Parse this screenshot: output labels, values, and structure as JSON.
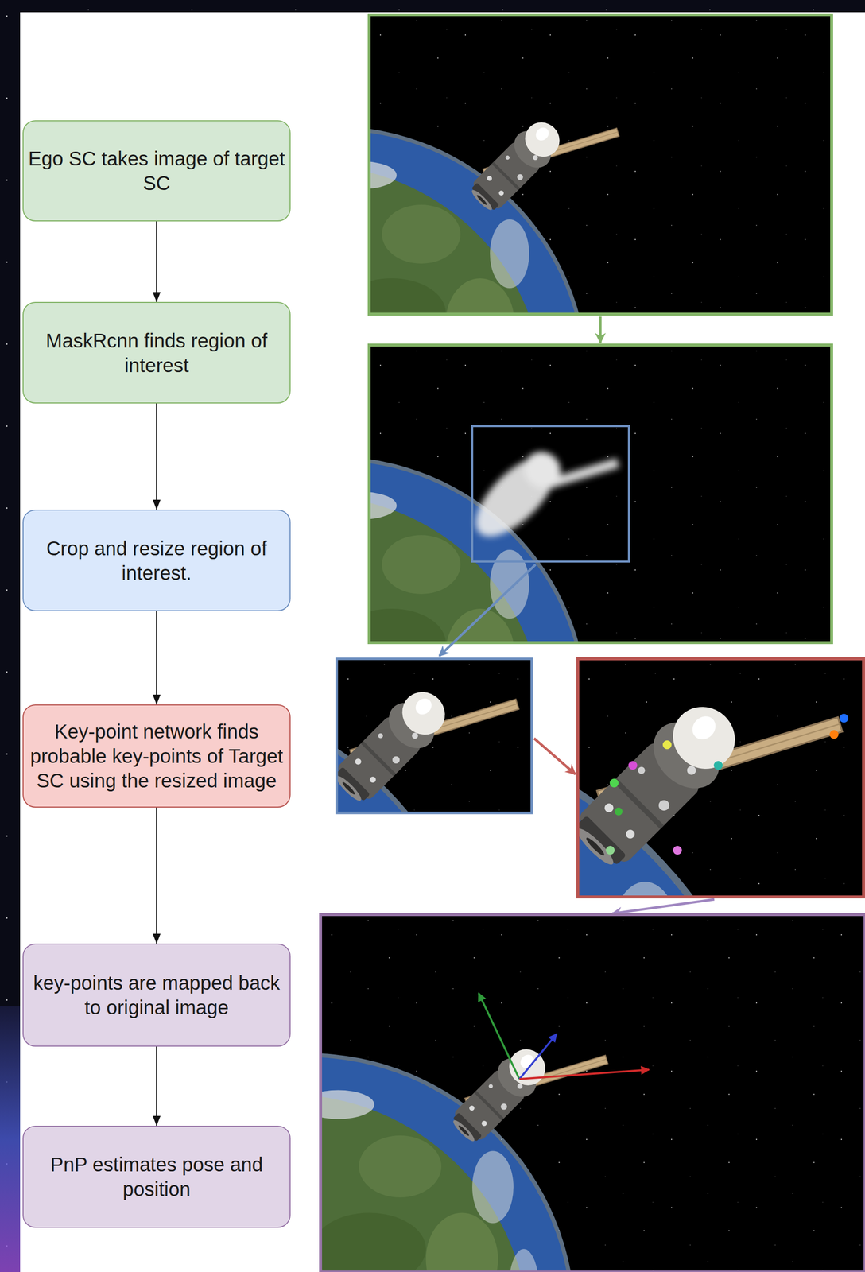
{
  "diagram": {
    "nodes": [
      {
        "text": [
          "Ego SC takes image of target SC"
        ]
      },
      {
        "text": [
          "MaskRcnn finds region of interest"
        ]
      },
      {
        "text": [
          "Crop and resize region of interest."
        ]
      },
      {
        "text": [
          "Key-point network finds probable key-points of Target SC using the resized image"
        ]
      },
      {
        "text": [
          "key-points are mapped back to original image"
        ]
      },
      {
        "text": [
          "PnP estimates pose and position"
        ]
      }
    ],
    "edges": [
      {
        "from": 0,
        "to": 1,
        "arrow": "to"
      },
      {
        "from": 1,
        "to": 2,
        "arrow": "to"
      },
      {
        "from": 2,
        "to": 3,
        "arrow": "to"
      },
      {
        "from": 3,
        "to": 4,
        "arrow": "to"
      },
      {
        "from": 4,
        "to": 5,
        "arrow": "to"
      }
    ]
  }
}
